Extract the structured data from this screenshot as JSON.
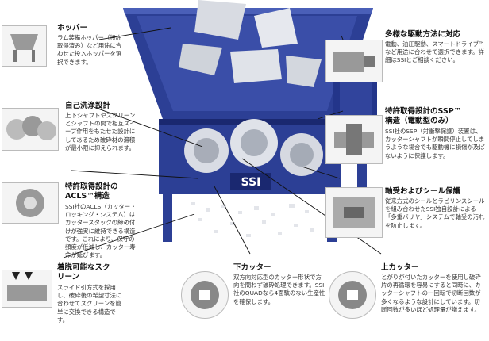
{
  "callouts": {
    "hopper": {
      "title": "ホッパー",
      "body": "ラム装備ホッパー（特許取得済み）など用途に合わせた投入ホッパーを選択できます。"
    },
    "self_cleaning": {
      "title": "自己洗浄設計",
      "body": "上下シャフトやスクリーンとシャフトの間で相互スイープ作用をもたせた設計にしてあるため破砕材の滞積が最小限に抑えられます。"
    },
    "acls": {
      "title": "特許取得設計の",
      "title2": "ACLS™構造",
      "body": "SSI社のACLS（カッター・ロッキング・システム）はカッタースタックの締め付けが強実に維持できる構造です。これにより、保守の頻度が低減し、カッター寿命が延びます。"
    },
    "screen": {
      "title": "着脱可能なスク",
      "title2": "リーン",
      "body": "スライド引方式を採用し、破砕後の希望寸法に合わせてスクリーンを簡単に交換できる構造です。"
    },
    "lower_cutter": {
      "title": "下カッター",
      "body": "双方向対応型のカッター形状で方向を問わず破砕処理できます。SSI社のQUADなら4面駄のない生産性を確保します。"
    },
    "upper_cutter": {
      "title": "上カッター",
      "body": "とがりが付いたカッターを使用し破砕片の再循環を容易にすると同時に、カッターシャフトの一回転で切断回数が多くなるような設計にしています。切断回数が多いほど処理量が増えます。"
    },
    "drive": {
      "title": "多様な駆動方法に対応",
      "body": "電動、油圧駆動、スマートドライブ™など用途に合わせて選択できます。詳細はSSIとご相談ください。"
    },
    "ssp": {
      "title": "特許取得設計のSSP™",
      "title2": "構造（電動型のみ）",
      "body": "SSI社のSSP（対衝撃保護）装置は、カッターシャフトが瞬間停止してしまうような場合でも駆動機に損傷が及ばないように保護します。"
    },
    "bearing": {
      "title": "軸受およびシール保護",
      "body": "従来方式のシールとラビリンスシールを組み合わせたSSI独自設計による「多重バリヤ」システムで軸受の汚れを防止します。"
    }
  },
  "machine": {
    "logo": "SSI",
    "colors": {
      "body": "#2c3f95",
      "dark": "#1a2870",
      "light": "#4a5fb8",
      "leader": "#111111"
    }
  }
}
